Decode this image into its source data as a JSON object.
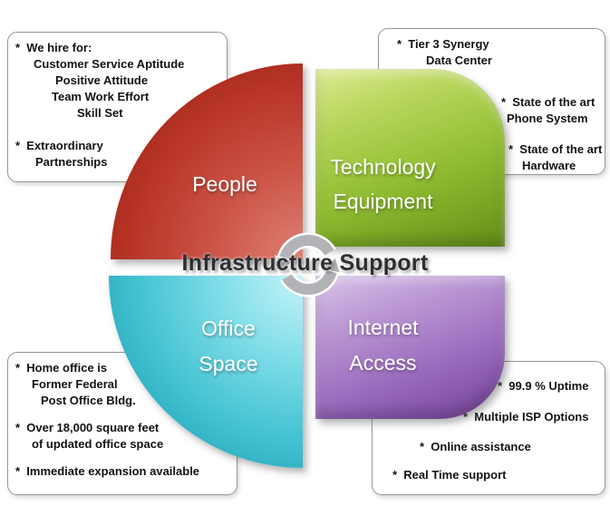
{
  "title": "Infrastructure Support",
  "quadrants": {
    "people": {
      "label_lines": [
        "People"
      ]
    },
    "technology": {
      "label_lines": [
        "Technology",
        "Equipment"
      ]
    },
    "office": {
      "label_lines": [
        "Office",
        "Space"
      ]
    },
    "internet": {
      "label_lines": [
        "Internet",
        "Access"
      ]
    }
  },
  "callouts": {
    "people": {
      "lines": [
        "*  We hire for:",
        "Customer Service Aptitude",
        "Positive Attitude",
        "Team Work Effort",
        "Skill Set",
        "*  Extraordinary",
        "Partnerships"
      ]
    },
    "technology": {
      "lines": [
        "*  Tier 3 Synergy",
        "Data Center",
        "*  State of the art",
        "Phone System",
        "*  State of the art",
        "Hardware"
      ]
    },
    "office": {
      "lines": [
        "*  Home office is",
        "Former Federal",
        "Post Office Bldg.",
        "*  Over 18,000 square feet",
        "of updated office space",
        "*  Immediate expansion available"
      ]
    },
    "internet": {
      "lines": [
        "*  99.9 % Uptime",
        "*  Multiple ISP Options",
        "*  Online assistance",
        "*  Real Time support"
      ]
    }
  },
  "icons": {
    "center": "cycle-arrows-icon"
  },
  "colors": {
    "people": "#ba3628",
    "technology": "#8ab62f",
    "office": "#2fb6c8",
    "internet": "#9165b8",
    "title_text": "#2e2e32",
    "icon_gray": "#b3b3b7",
    "box_border": "#979797"
  }
}
